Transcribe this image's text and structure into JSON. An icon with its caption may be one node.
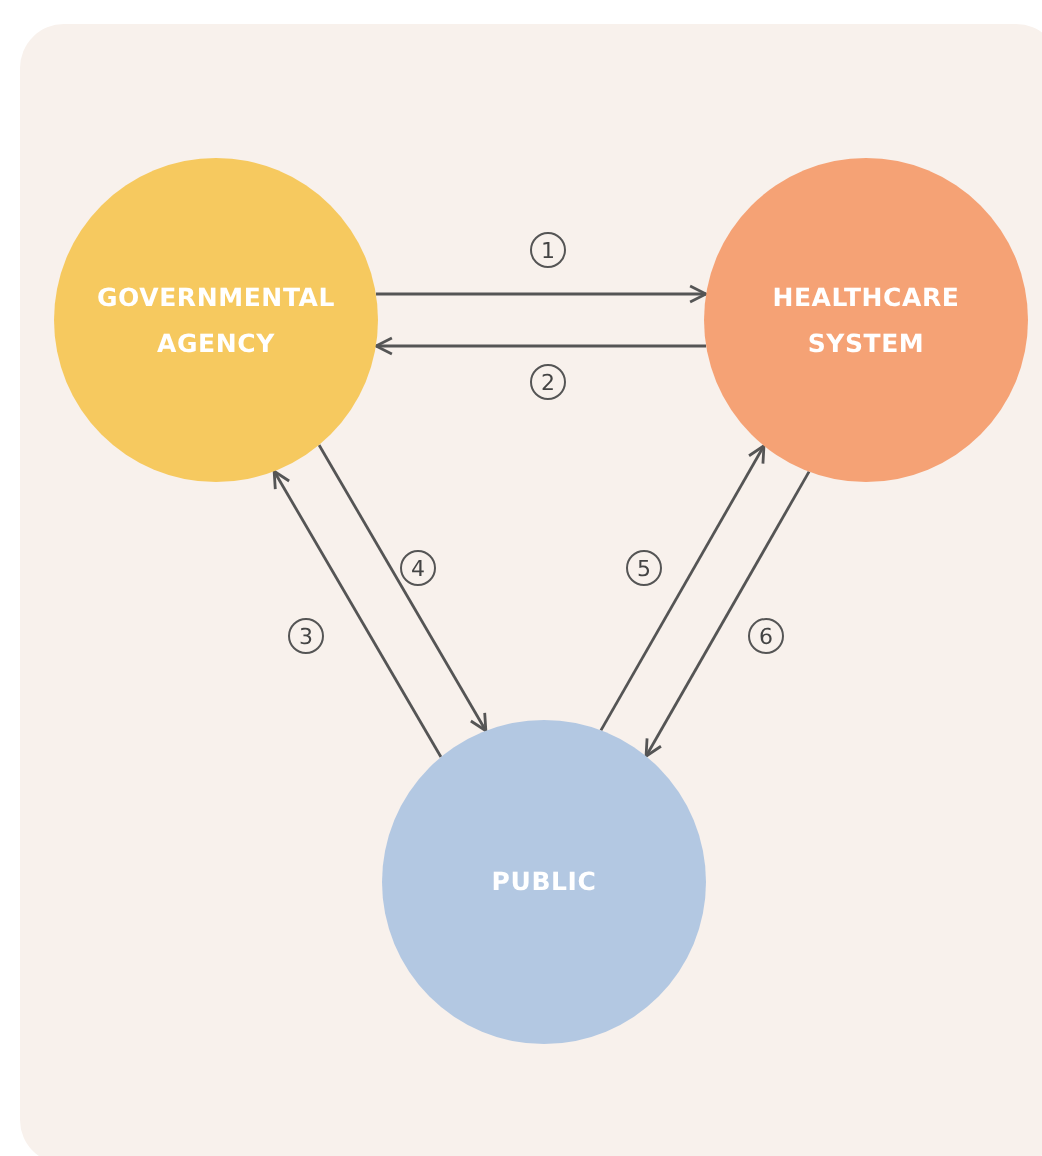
{
  "diagram": {
    "nodes": [
      {
        "text": [
          "GOVERNMENTAL AGENCY"
        ]
      },
      {
        "text": [
          "HEALTHCARE SYSTEM"
        ]
      },
      {
        "text": [
          "PUBLIC"
        ]
      }
    ],
    "edges": [
      {
        "from": 0,
        "to": 1,
        "arrow": "to",
        "label": "1"
      },
      {
        "from": 1,
        "to": 0,
        "arrow": "to",
        "label": "2"
      },
      {
        "from": 2,
        "to": 0,
        "arrow": "to",
        "label": "3"
      },
      {
        "from": 0,
        "to": 2,
        "arrow": "to",
        "label": "4"
      },
      {
        "from": 2,
        "to": 1,
        "arrow": "to",
        "label": "5"
      },
      {
        "from": 1,
        "to": 2,
        "arrow": "to",
        "label": "6"
      }
    ]
  }
}
